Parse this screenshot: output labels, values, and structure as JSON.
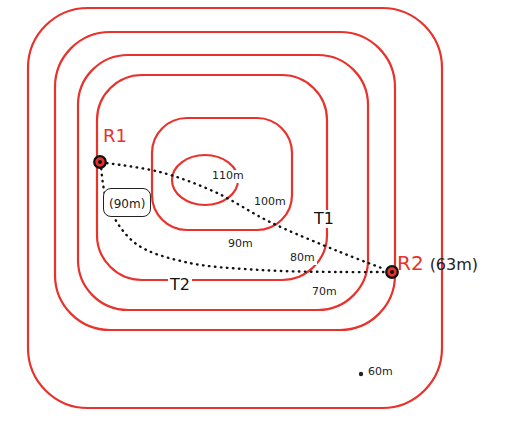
{
  "diagram": {
    "nodes": [
      {
        "text": [
          "R1"
        ]
      },
      {
        "text": [
          "(90m)"
        ]
      },
      {
        "text": [
          "R2",
          "(63m)"
        ]
      }
    ],
    "edges": [
      {
        "from": 0,
        "to": 2,
        "arrow": "none",
        "label": "T1"
      },
      {
        "from": 0,
        "to": 2,
        "arrow": "none",
        "label": "T2"
      }
    ],
    "labels": [
      "110m",
      "100m",
      "90m",
      "80m",
      "70m",
      "60m"
    ]
  }
}
